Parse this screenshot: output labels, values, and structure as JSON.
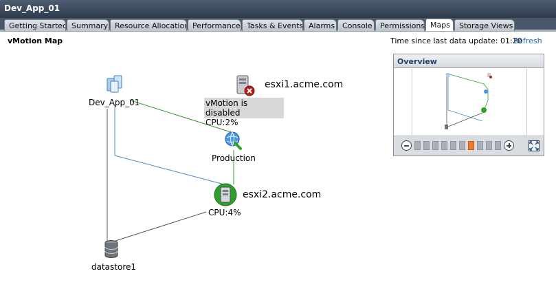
{
  "window": {
    "title": "Dev_App_01"
  },
  "tabs": [
    {
      "label": "Getting Started"
    },
    {
      "label": "Summary"
    },
    {
      "label": "Resource Allocation"
    },
    {
      "label": "Performance"
    },
    {
      "label": "Tasks & Events"
    },
    {
      "label": "Alarms"
    },
    {
      "label": "Console"
    },
    {
      "label": "Permissions"
    },
    {
      "label": "Maps",
      "active": true
    },
    {
      "label": "Storage Views"
    }
  ],
  "map": {
    "title": "vMotion Map",
    "update_label": "Time since last data update: 01:20",
    "refresh_label": "Refresh",
    "vm": {
      "name": "Dev_App_01",
      "icon": "virtual-machine-icon"
    },
    "host_disabled": {
      "name": "esxi1.acme.com",
      "tooltip_line1": "vMotion is disabled",
      "tooltip_line2": "CPU:2%",
      "icon": "host-error-icon"
    },
    "network": {
      "name": "Production",
      "icon": "network-icon"
    },
    "host_ok": {
      "name": "esxi2.acme.com",
      "cpu": "CPU:4%",
      "icon": "host-ok-icon"
    },
    "datastore": {
      "name": "datastore1",
      "icon": "datastore-icon"
    }
  },
  "overview": {
    "title": "Overview",
    "zoom_level": 7,
    "zoom_steps": 10
  },
  "colors": {
    "green_link": "#2e9a2e",
    "blue_link": "#4a86c5",
    "gray_link": "#555555",
    "accent": "#f07a2c"
  }
}
